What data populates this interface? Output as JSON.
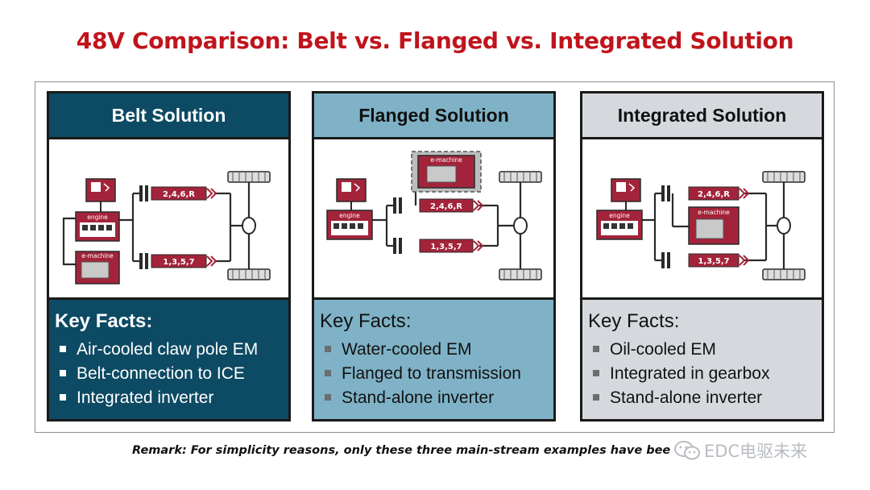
{
  "title": "48V Comparison: Belt vs. Flanged vs. Integrated Solution",
  "panels": [
    {
      "heading": "Belt Solution",
      "diagram": {
        "engine": "engine",
        "emachine": "e-machine",
        "gear_top": "2,4,6,R",
        "gear_bottom": "1,3,5,7"
      },
      "facts_title": "Key Facts:",
      "facts": [
        "Air-cooled claw pole EM",
        "Belt-connection to ICE",
        "Integrated inverter"
      ]
    },
    {
      "heading": "Flanged Solution",
      "diagram": {
        "engine": "engine",
        "emachine": "e-machine",
        "gear_top": "2,4,6,R",
        "gear_bottom": "1,3,5,7"
      },
      "facts_title": "Key Facts:",
      "facts": [
        "Water-cooled EM",
        "Flanged to transmission",
        "Stand-alone inverter"
      ]
    },
    {
      "heading": "Integrated Solution",
      "diagram": {
        "engine": "engine",
        "emachine": "e-machine",
        "gear_top": "2,4,6,R",
        "gear_bottom": "1,3,5,7"
      },
      "facts_title": "Key Facts:",
      "facts": [
        "Oil-cooled EM",
        "Integrated in gearbox",
        "Stand-alone inverter"
      ]
    }
  ],
  "remark": "Remark: For simplicity reasons, only these three main-stream examples have bee",
  "watermark": "EDC电驱未来",
  "colors": {
    "title": "#c0141c",
    "maroon": "#a3243a",
    "belt_panel": "#0d4a63",
    "flanged_panel": "#7fb2c6",
    "integrated_panel": "#d5d9de"
  },
  "icons": [
    "fuel-tank-icon",
    "engine-icon",
    "e-machine-icon",
    "clutch-icon",
    "gear-box-icon",
    "axle-icon",
    "wheel-icon",
    "wechat-icon"
  ]
}
